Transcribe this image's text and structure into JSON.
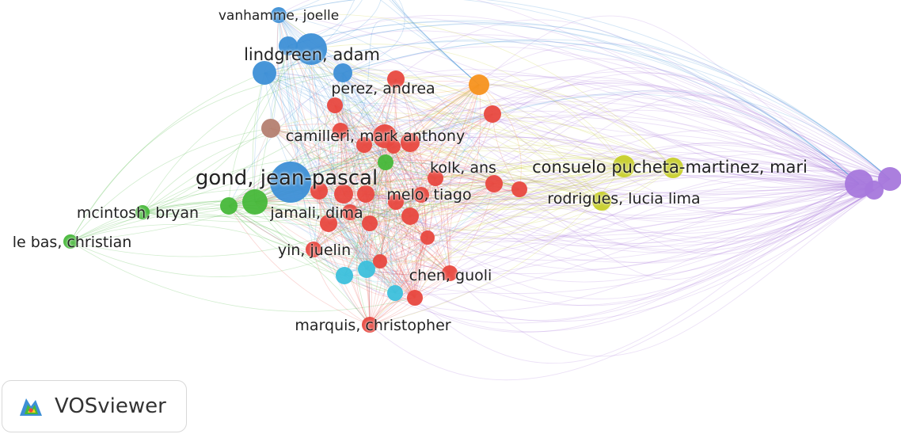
{
  "app": {
    "name": "VOSviewer"
  },
  "legend_logo_icon": "vosviewer-logo-icon",
  "colors": {
    "red": "#e8483f",
    "blue": "#3d8fd6",
    "green": "#47b83a",
    "yellow": "#c7cf2a",
    "purple": "#a778dc",
    "cyan": "#3cc0dc",
    "orange": "#f7921e",
    "brown": "#b57f71"
  },
  "network": {
    "clusters": [
      {
        "id": "red",
        "color": "#e8483f"
      },
      {
        "id": "blue",
        "color": "#3d8fd6"
      },
      {
        "id": "green",
        "color": "#47b83a"
      },
      {
        "id": "yellow",
        "color": "#c7cf2a"
      },
      {
        "id": "purple",
        "color": "#a778dc"
      },
      {
        "id": "cyan",
        "color": "#3cc0dc"
      },
      {
        "id": "orange",
        "color": "#f7921e"
      },
      {
        "id": "brown",
        "color": "#b57f71"
      }
    ],
    "labels": [
      {
        "id": "vanhamme",
        "text": "vanhamme, joelle",
        "cluster": "blue"
      },
      {
        "id": "lindgreen",
        "text": "lindgreen, adam",
        "cluster": "blue"
      },
      {
        "id": "perez",
        "text": "perez, andrea",
        "cluster": "red"
      },
      {
        "id": "camilleri",
        "text": "camilleri, mark anthony",
        "cluster": "red"
      },
      {
        "id": "gond",
        "text": "gond, jean-pascal",
        "cluster": "blue"
      },
      {
        "id": "kolk",
        "text": "kolk, ans",
        "cluster": "red"
      },
      {
        "id": "consuelo",
        "text": "consuelo pucheta-martinez, mari",
        "cluster": "yellow"
      },
      {
        "id": "melo",
        "text": "melo, tiago",
        "cluster": "red"
      },
      {
        "id": "rodrigues",
        "text": "rodrigues, lucia lima",
        "cluster": "yellow"
      },
      {
        "id": "mcintosh",
        "text": "mcintosh, bryan",
        "cluster": "green"
      },
      {
        "id": "jamali",
        "text": "jamali, dima",
        "cluster": "red"
      },
      {
        "id": "lebas",
        "text": "le bas, christian",
        "cluster": "green"
      },
      {
        "id": "yin",
        "text": "yin, juelin",
        "cluster": "red"
      },
      {
        "id": "chen",
        "text": "chen, guoli",
        "cluster": "red"
      },
      {
        "id": "marquis",
        "text": "marquis, christopher",
        "cluster": "red"
      }
    ]
  }
}
